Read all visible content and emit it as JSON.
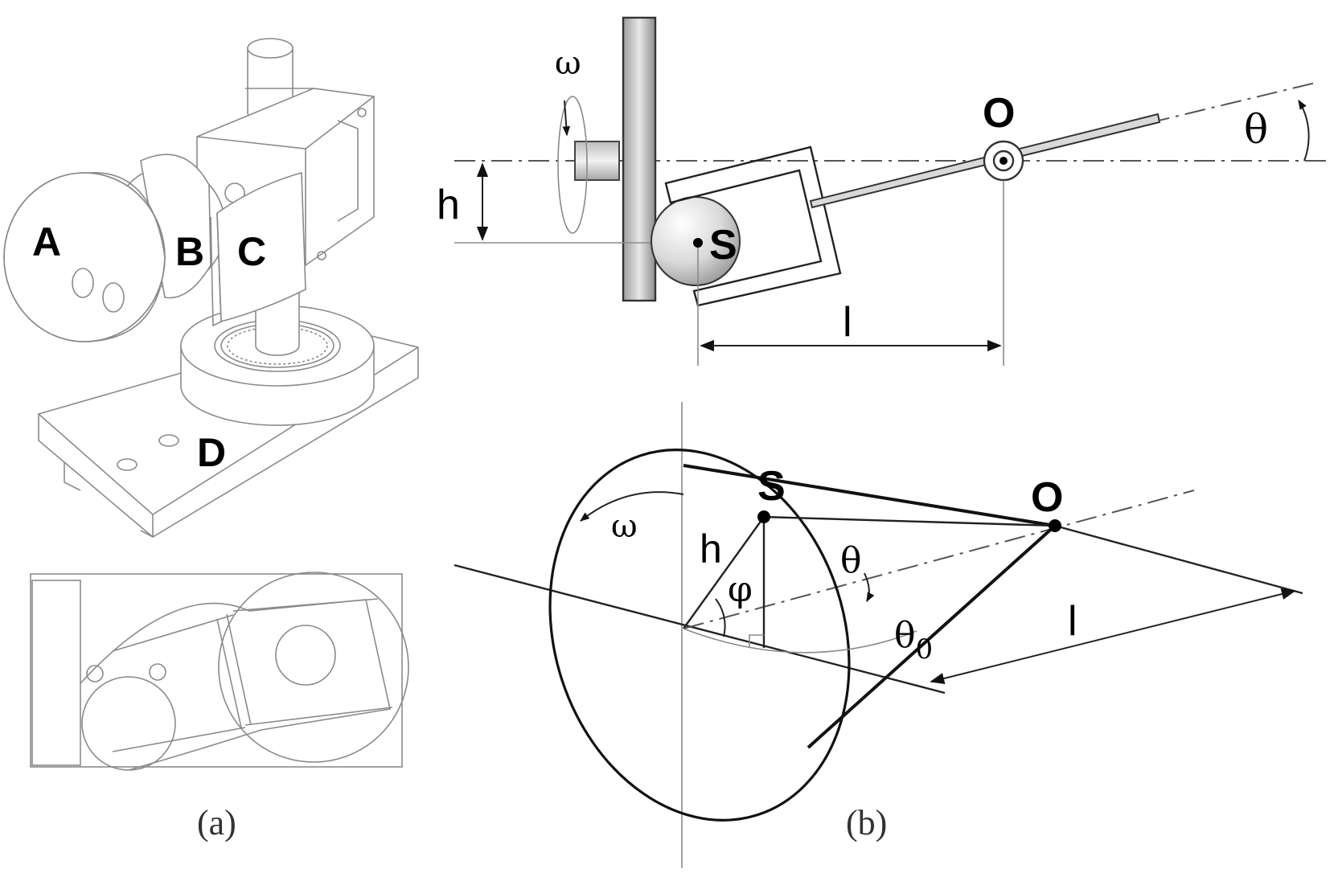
{
  "panel_a": {
    "caption": "(a)",
    "labels": {
      "a": "A",
      "b": "B",
      "c": "C",
      "d": "D"
    }
  },
  "panel_b": {
    "caption": "(b)",
    "side_view": {
      "omega": "ω",
      "h": "h",
      "s": "S",
      "o": "O",
      "l": "l",
      "theta": "θ"
    },
    "cone_view": {
      "s": "S",
      "o": "O",
      "omega": "ω",
      "h": "h",
      "phi": "φ",
      "theta": "θ",
      "theta0_base": "θ",
      "theta0_sub": "0",
      "l": "l"
    }
  }
}
